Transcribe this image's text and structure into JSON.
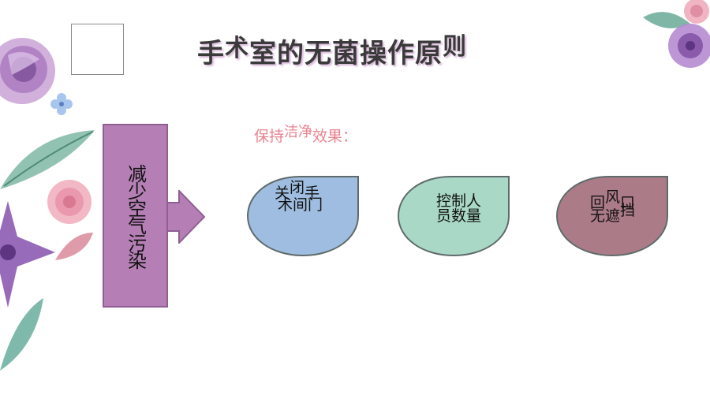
{
  "title": {
    "chars": [
      "手",
      "术",
      "室的无菌操作原",
      "则"
    ]
  },
  "subtitle": {
    "part1": "保持",
    "part2": "洁净",
    "part3": "效果："
  },
  "side_label": "减少空气污染",
  "drops": [
    {
      "line1a": "关",
      "line1b": "闭",
      "line1c": "手",
      "line2": "术间门",
      "color": "#9fbde0"
    },
    {
      "line1a": "控制人",
      "line1b": "",
      "line1c": "",
      "line2": "员数量",
      "color": "#a9d8c6"
    },
    {
      "line1a": "回",
      "line1b": "风",
      "line1c": "口",
      "line2a": "无遮",
      "line2b": "挡",
      "color": "#ac7b88"
    }
  ],
  "colors": {
    "side_label_fill": "#b57fb6",
    "side_label_border": "#8f5f93",
    "subtitle": "#e8838f",
    "drop_border": "#5f6b6b"
  },
  "decoration": {
    "left": [
      "purple-rose",
      "blue-flower",
      "green-leaf",
      "pink-rose",
      "purple-star-flower",
      "pink-leaf"
    ],
    "top_right": [
      "pink-rose",
      "purple-rose",
      "green-leaf"
    ]
  }
}
